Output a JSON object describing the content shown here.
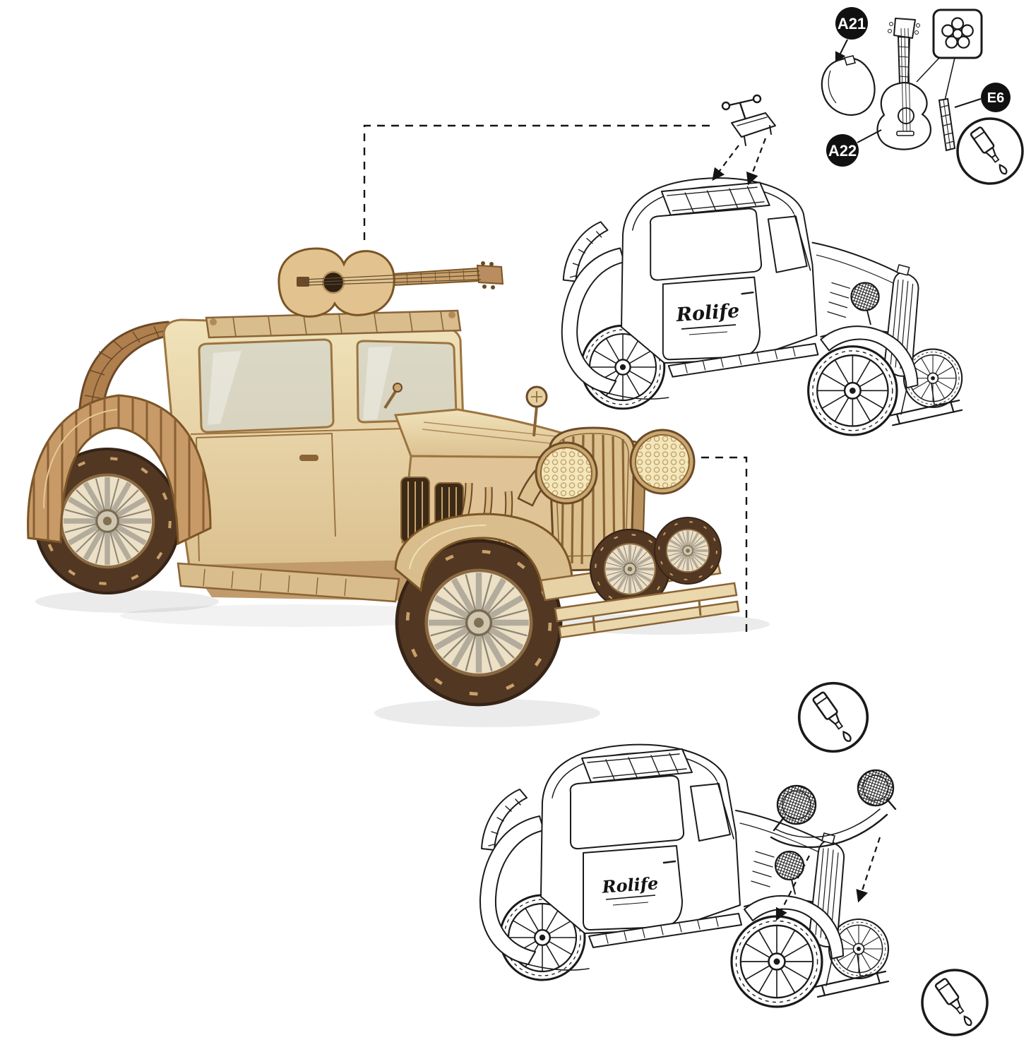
{
  "image": {
    "kind": "wooden-model-car-assembly-instruction",
    "background": "#ffffff"
  },
  "labels": {
    "a21": "A21",
    "a22": "A22",
    "e6": "E6"
  },
  "branding": {
    "door_logo_top": "Rolife",
    "door_logo_bottom": "Rolife"
  },
  "icons": {
    "glue_tube": "glue-tube-icon",
    "flower": "flower-icon",
    "arrowhead": "arrowhead-icon"
  },
  "colors": {
    "line_art": "#1a1a1a",
    "wood_light": "#ead7ab",
    "wood_mid": "#d9bd8c",
    "wood_dark": "#b08a58",
    "copper_fender": "#c79a68",
    "tire": "#523722",
    "headlight_face": "#f4e7bd",
    "window_tint": "#cdd4d0"
  }
}
